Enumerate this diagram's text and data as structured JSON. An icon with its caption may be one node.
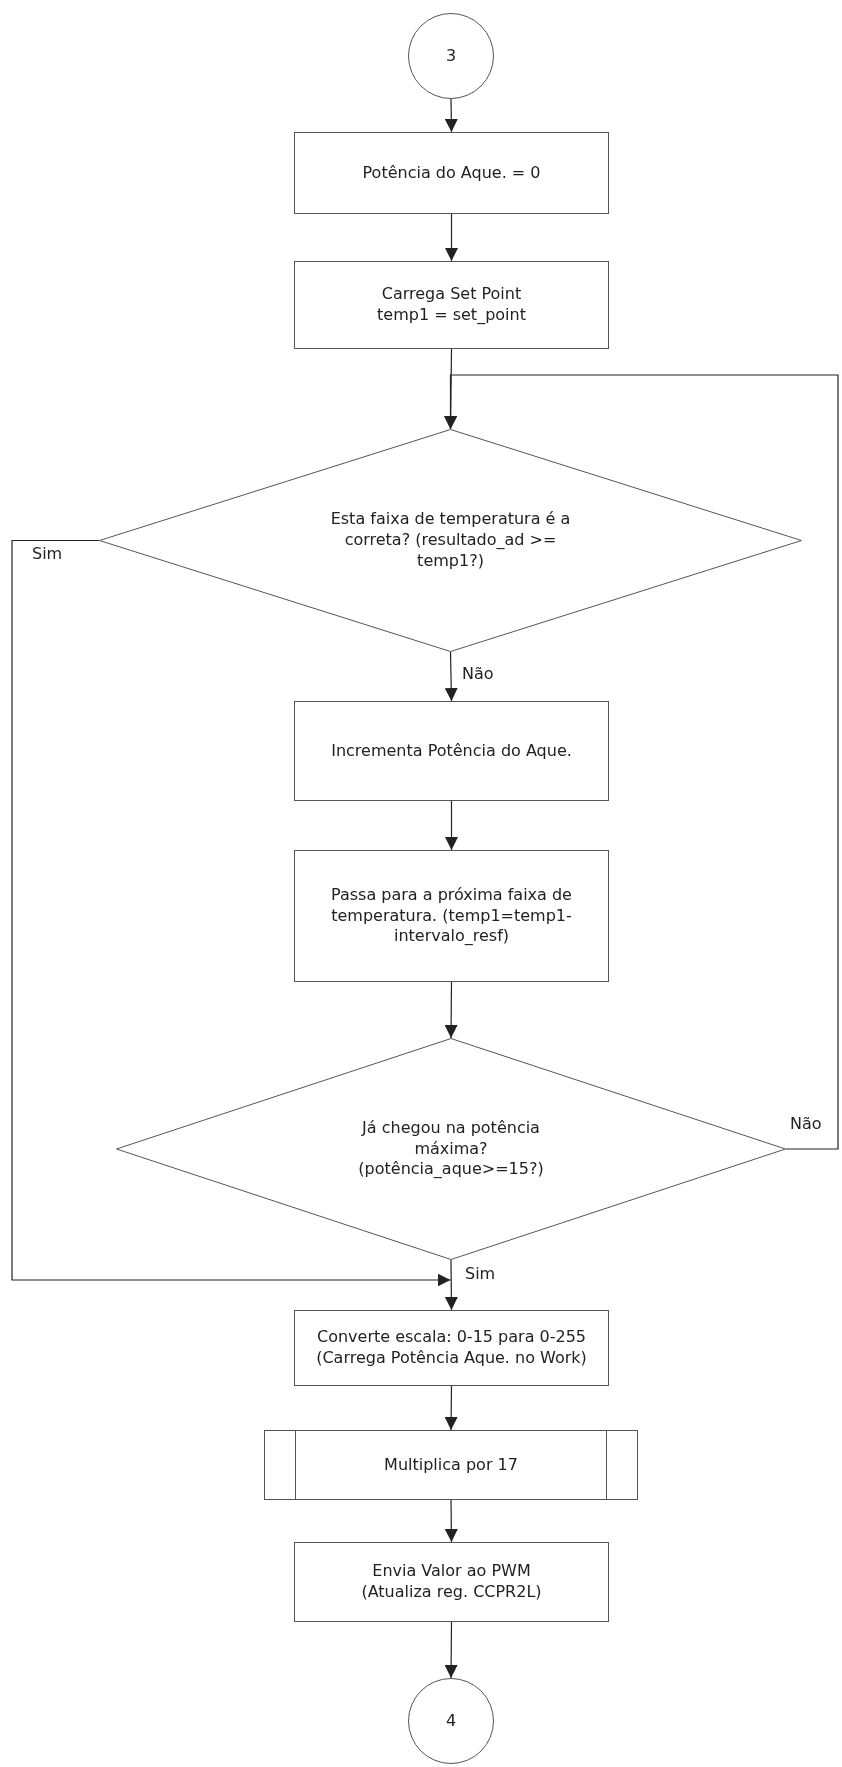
{
  "diagram": {
    "nodes": [
      {
        "text": [
          "3"
        ]
      },
      {
        "text": [
          "Potência do Aque. = 0"
        ]
      },
      {
        "text": [
          "Carrega Set Point temp1 = set_point"
        ]
      },
      {
        "text": [
          "Esta faixa de temperatura é a correta? (resultado_ad >= temp1?)"
        ]
      },
      {
        "text": [
          "Incrementa Potência do Aque."
        ]
      },
      {
        "text": [
          "Passa para a próxima faixa de temperatura. (temp1=temp1-intervalo_resf)"
        ]
      },
      {
        "text": [
          "Já chegou na potência máxima? (potência_aque>=15?)"
        ]
      },
      {
        "text": [
          "Converte escala: 0-15 para 0-255 (Carrega Potência Aque. no Work)"
        ]
      },
      {
        "text": [
          "Multiplica por 17"
        ]
      },
      {
        "text": [
          "Envia Valor ao PWM (Atualiza reg. CCPR2L)"
        ]
      },
      {
        "text": [
          "4"
        ]
      }
    ],
    "edges": [
      {
        "from": 0,
        "to": 1,
        "arrow": "to"
      },
      {
        "from": 1,
        "to": 2,
        "arrow": "to"
      },
      {
        "from": 2,
        "to": 3,
        "arrow": "to"
      },
      {
        "from": 3,
        "to": 4,
        "arrow": "to",
        "label": "Não"
      },
      {
        "from": 4,
        "to": 5,
        "arrow": "to"
      },
      {
        "from": 5,
        "to": 6,
        "arrow": "to"
      },
      {
        "from": 6,
        "to": 3,
        "arrow": "to",
        "label": "Não"
      },
      {
        "from": 3,
        "to": 7,
        "arrow": "to",
        "label": "Sim"
      },
      {
        "from": 6,
        "to": 7,
        "arrow": "to",
        "label": "Sim"
      },
      {
        "from": 7,
        "to": 8,
        "arrow": "to"
      },
      {
        "from": 8,
        "to": 9,
        "arrow": "to"
      },
      {
        "from": 9,
        "to": 10,
        "arrow": "to"
      }
    ]
  }
}
